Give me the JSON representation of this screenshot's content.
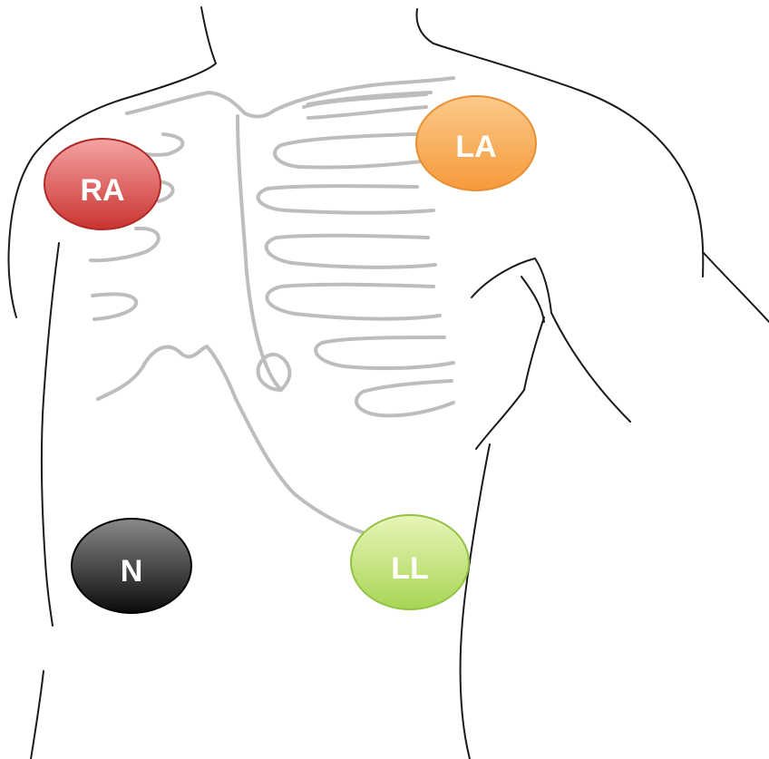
{
  "electrodes": {
    "ra": {
      "label": "RA",
      "color_top": "#f5a3a3",
      "color_bottom": "#c9332f",
      "stroke": "#b02a27"
    },
    "la": {
      "label": "LA",
      "color_top": "#fcc98b",
      "color_bottom": "#f59a3a",
      "stroke": "#e88f33"
    },
    "n": {
      "label": "N",
      "color_top": "#8a8a8a",
      "color_bottom": "#0b0b0b",
      "stroke": "#000000"
    },
    "ll": {
      "label": "LL",
      "color_top": "#e8f5b8",
      "color_bottom": "#a8d553",
      "stroke": "#93c244"
    }
  },
  "colors": {
    "body_outline": "#1a1a1a",
    "rib_outline": "#bdbdbd"
  }
}
